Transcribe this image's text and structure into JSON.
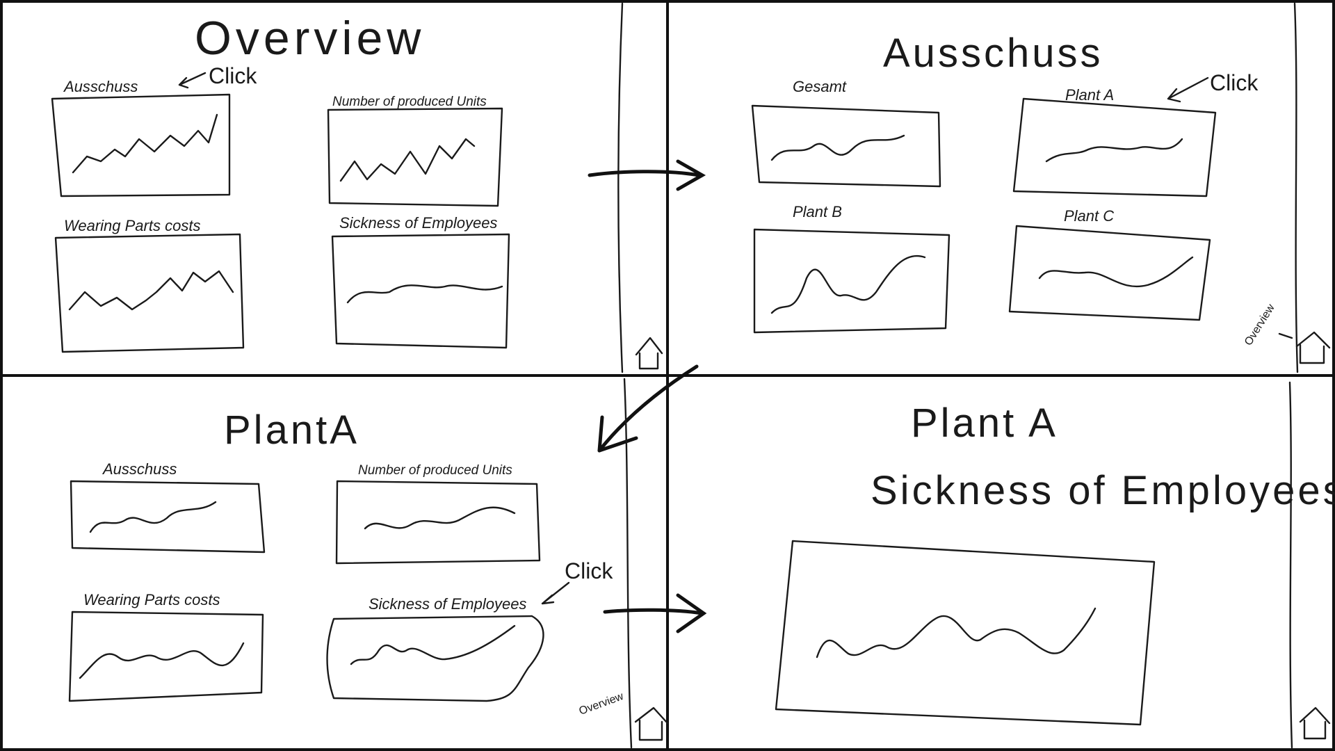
{
  "panels": {
    "overview": {
      "title": "Overview",
      "click_note": "Click",
      "charts": [
        {
          "label": "Ausschuss"
        },
        {
          "label": "Number of produced Units"
        },
        {
          "label": "Wearing Parts costs"
        },
        {
          "label": "Sickness of Employees"
        }
      ]
    },
    "ausschuss": {
      "title": "Ausschuss",
      "click_note": "Click",
      "nav_label": "Overview",
      "charts": [
        {
          "label": "Gesamt"
        },
        {
          "label": "Plant A"
        },
        {
          "label": "Plant B"
        },
        {
          "label": "Plant C"
        }
      ]
    },
    "plant_a": {
      "title": "PlantA",
      "click_note": "Click",
      "nav_label": "Overview",
      "charts": [
        {
          "label": "Ausschuss"
        },
        {
          "label": "Number of produced Units"
        },
        {
          "label": "Wearing Parts costs"
        },
        {
          "label": "Sickness of Employees"
        }
      ]
    },
    "plant_a_detail": {
      "title": "Plant A",
      "subtitle": "Sickness of Employees"
    }
  },
  "icons": {
    "home": "home-icon",
    "arrow": "arrow-icon"
  }
}
